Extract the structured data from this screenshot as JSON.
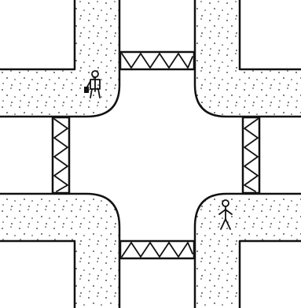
{
  "diagram": {
    "kind": "street-intersection-line-drawing",
    "corners": [
      "top-left",
      "top-right",
      "bottom-left",
      "bottom-right"
    ],
    "crosswalks": [
      "north",
      "south",
      "west",
      "east"
    ],
    "pedestrians": [
      {
        "corner": "top-left",
        "carrying": "bag"
      },
      {
        "corner": "bottom-right",
        "carrying": "none"
      }
    ],
    "colors": {
      "ink": "#111111",
      "paper": "#ffffff",
      "dots": "#222222"
    }
  }
}
